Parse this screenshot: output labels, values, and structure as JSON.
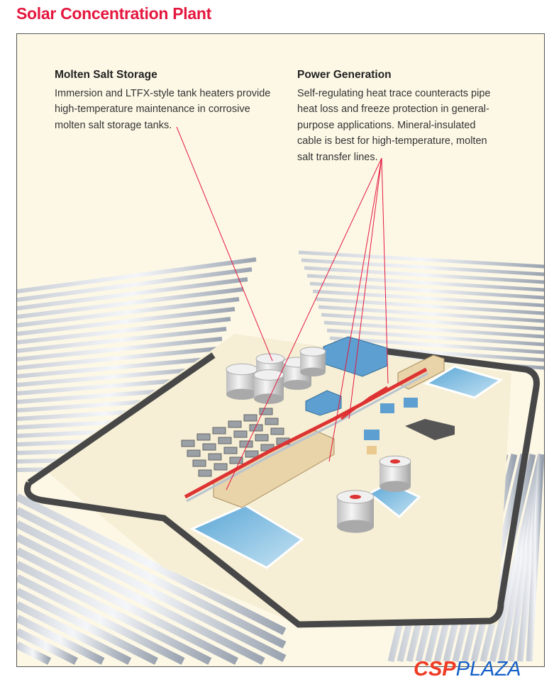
{
  "title": "Solar Concentration Plant",
  "callouts": [
    {
      "heading": "Molten Salt Storage",
      "lines": [
        "Immersion and LTFX-style tank heaters provide",
        "high-temperature maintenance in corrosive",
        "molten salt storage tanks."
      ]
    },
    {
      "heading": "Power Generation",
      "lines": [
        "Self-regulating heat trace counteracts pipe",
        "heat loss and freeze protection in general-",
        "purpose applications. Mineral-insulated",
        "cable is best for high-temperature, molten",
        "salt transfer lines."
      ]
    }
  ],
  "logo": {
    "part1": "CSP",
    "part2": "PLAZA"
  },
  "colors": {
    "title": "#e4173e",
    "leader": "#e4173e",
    "background": "#fdf8e6",
    "road": "#444444",
    "water": "#8fc5e4"
  }
}
